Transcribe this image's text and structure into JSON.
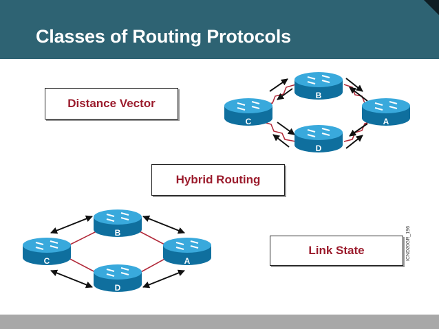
{
  "slide": {
    "title": "Classes of Routing Protocols",
    "side_code": "ICND20GR_196"
  },
  "labels": {
    "distance_vector": "Distance Vector",
    "hybrid_routing": "Hybrid Routing",
    "link_state": "Link State"
  },
  "routers": [
    "A",
    "B",
    "C",
    "D"
  ],
  "colors": {
    "header": "#2e6373",
    "router_body": "#1a96cd",
    "label_text": "#9b1b2c",
    "link": "#b22a3a",
    "footer": "#a8a8a8"
  }
}
